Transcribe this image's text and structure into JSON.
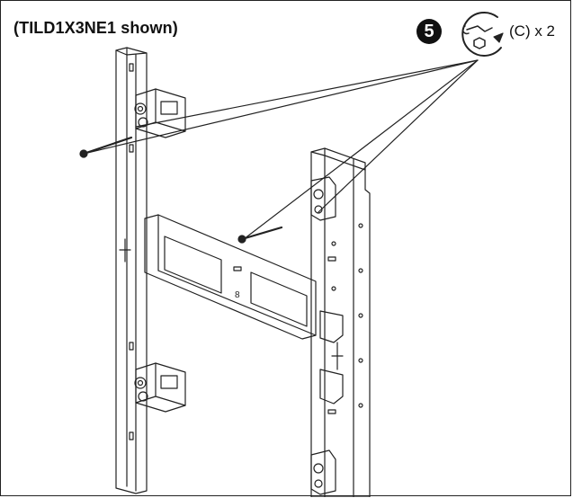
{
  "header": {
    "title": "(TILD1X3NE1 shown)",
    "step_number": "5",
    "quantity_text": "(C) x 2"
  },
  "icons": {
    "step": "number-5-badge-icon",
    "tool": "wrench-rotate-icon"
  },
  "diagram": {
    "bracket_label": "8"
  },
  "colors": {
    "line": "#222222",
    "background": "#ffffff"
  }
}
